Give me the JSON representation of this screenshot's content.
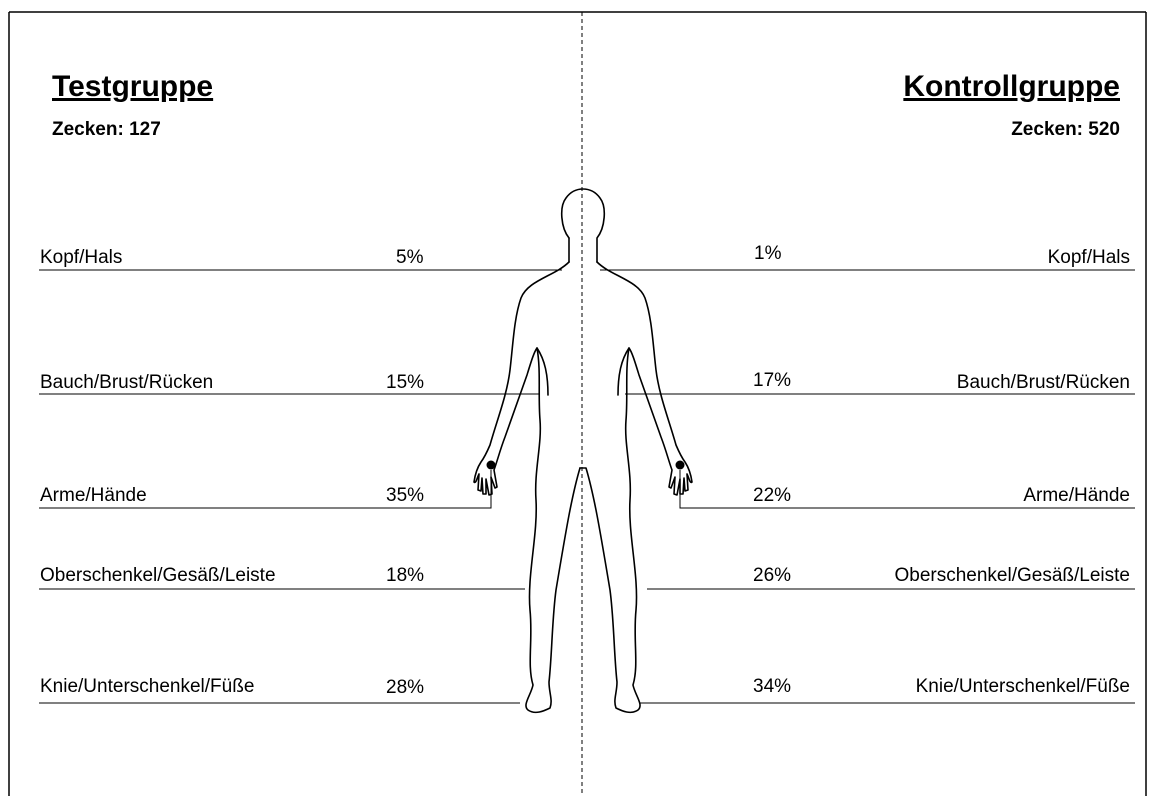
{
  "left": {
    "title": "Testgruppe",
    "ticks": "Zecken: 127"
  },
  "right": {
    "title": "Kontrollgruppe",
    "ticks": "Zecken: 520"
  },
  "regions": [
    {
      "label": "Kopf/Hals",
      "test_pct": "5%",
      "control_pct": "1%"
    },
    {
      "label": "Bauch/Brust/Rücken",
      "test_pct": "15%",
      "control_pct": "17%"
    },
    {
      "label": "Arme/Hände",
      "test_pct": "35%",
      "control_pct": "22%"
    },
    {
      "label": "Oberschenkel/Gesäß/Leiste",
      "test_pct": "18%",
      "control_pct": "26%"
    },
    {
      "label": "Knie/Unterschenkel/Füße",
      "test_pct": "28%",
      "control_pct": "34%"
    }
  ]
}
